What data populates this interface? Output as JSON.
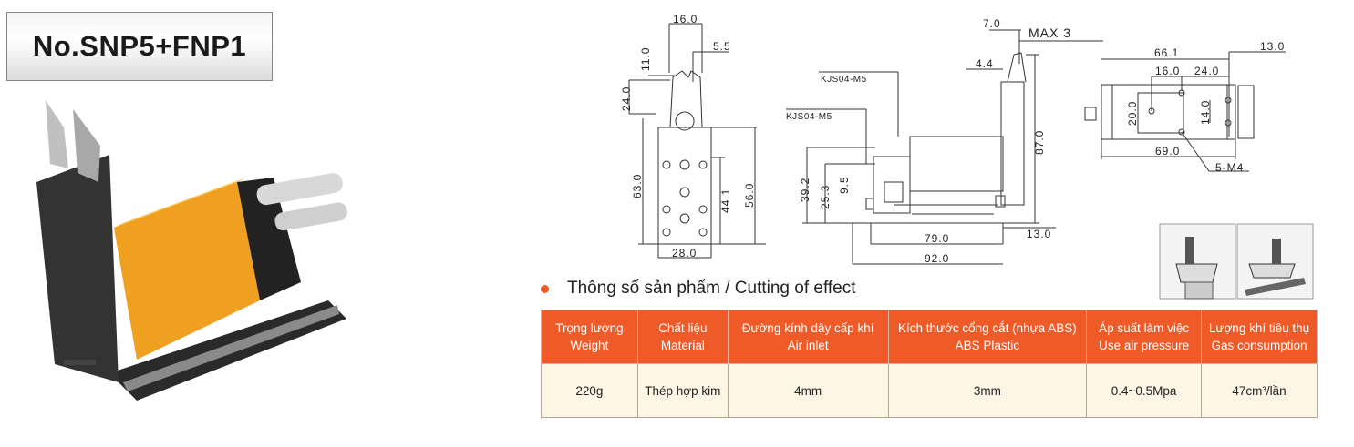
{
  "title": "No.SNP5+FNP1",
  "section_heading": "Thông số sản phẩm / Cutting of effect",
  "colors": {
    "accent": "#ef5a29",
    "body_row": "#fdf6e5",
    "product_orange": "#f0a020"
  },
  "front_view": {
    "d1": "16.0",
    "d2": "5.5",
    "d3": "11.0",
    "d4": "24.0",
    "d5": "63.0",
    "d6": "44.1",
    "d7": "56.0",
    "d8": "28.0"
  },
  "side_view": {
    "d1": "7.0",
    "max": "MAX 3",
    "d2": "4.4",
    "port1": "KJS04-M5",
    "port2": "KJS04-M5",
    "d3": "39.2",
    "d4": "25.3",
    "d5": "9.5",
    "d6": "87.0",
    "d7": "79.0",
    "d8": "92.0",
    "d9": "13.0"
  },
  "top_view": {
    "d1": "66.1",
    "d2": "13.0",
    "d3": "16.0",
    "d4": "24.0",
    "d5": "20.0",
    "d6": "14.0",
    "d7": "69.0",
    "thread": "5-M4"
  },
  "table": {
    "headers": [
      [
        "Trọng lượng",
        "Weight"
      ],
      [
        "Chất liệu",
        "Material"
      ],
      [
        "Đường kính dây cấp khí",
        "Air inlet"
      ],
      [
        "Kích thước cổng cắt (nhựa ABS)",
        "ABS Plastic"
      ],
      [
        "Áp suất làm việc",
        "Use air pressure"
      ],
      [
        "Lượng khí tiêu thụ",
        "Gas consumption"
      ]
    ],
    "row": [
      "220g",
      "Thép hợp kim",
      "4mm",
      "3mm",
      "0.4~0.5Mpa",
      "47cm³/lần"
    ]
  }
}
